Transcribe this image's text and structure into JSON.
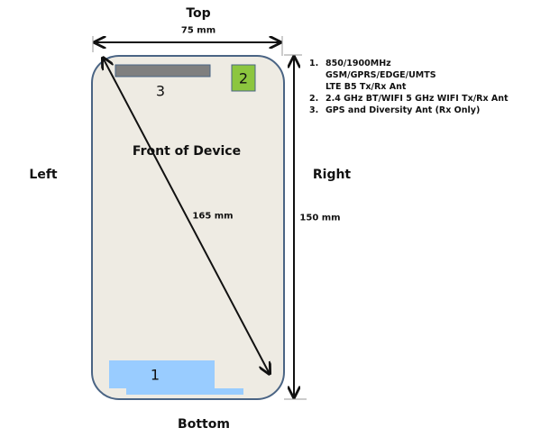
{
  "labels": {
    "top": "Top",
    "bottom": "Bottom",
    "left": "Left",
    "right": "Right",
    "front": "Front of Device",
    "width": "75 mm",
    "height": "150 mm",
    "diagonal": "165 mm"
  },
  "antennas": [
    {
      "id": "1",
      "color": "#99ccff"
    },
    {
      "id": "2",
      "color": "#8cc63f"
    },
    {
      "id": "3",
      "color": "#7f7f7f"
    }
  ],
  "legend": [
    {
      "num": "1.",
      "lines": [
        "850/1900MHz",
        "GSM/GPRS/EDGE/UMTS",
        "LTE B5 Tx/Rx  Ant"
      ]
    },
    {
      "num": "2.",
      "lines": [
        "2.4 GHz BT/WIFI  5 GHz WIFI Tx/Rx Ant"
      ]
    },
    {
      "num": "3.",
      "lines": [
        "GPS and Diversity Ant (Rx Only)"
      ]
    }
  ],
  "colors": {
    "device_fill": "#eeebe3",
    "device_stroke": "#4a6484"
  }
}
